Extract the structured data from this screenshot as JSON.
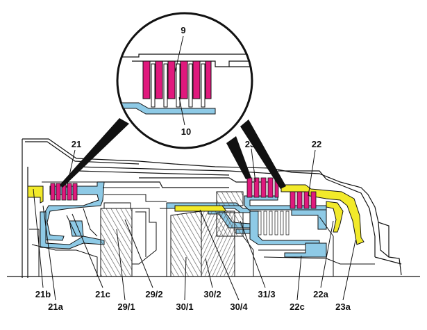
{
  "labels": {
    "l9": "9",
    "l10": "10",
    "l21": "21",
    "l23": "23",
    "l22": "22",
    "l21b": "21b",
    "l21a": "21a",
    "l21c": "21c",
    "l29_1": "29/1",
    "l29_2": "29/2",
    "l30_1": "30/1",
    "l30_2": "30/2",
    "l30_4": "30/4",
    "l31_3": "31/3",
    "l22c": "22c",
    "l22a": "22a",
    "l23a": "23a"
  },
  "colors": {
    "clutch_plates": "#e0197d",
    "oil_passage": "#8ecae6",
    "piston": "#f2ea2a",
    "outline": "#111111",
    "gear_hatch": "#444444"
  }
}
